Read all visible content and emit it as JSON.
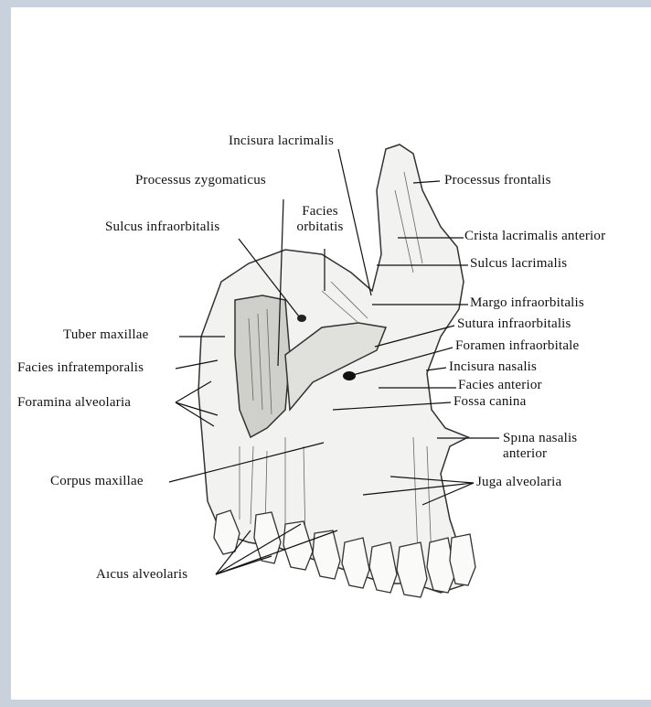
{
  "labels": {
    "incisura_lacrimalis": "Incisura lacrimalis",
    "processus_zygomaticus": "Processus zygomaticus",
    "processus_frontalis": "Processus frontalis",
    "facies_orbitatis_1": "Facies",
    "facies_orbitatis_2": "orbitatis",
    "sulcus_infraorbitalis": "Sulcus infraorbitalis",
    "crista_lacrimalis_anterior": "Crista lacrimalis anterior",
    "sulcus_lacrimalis": "Sulcus lacrimalis",
    "margo_infraorbitalis": "Margo infraorbitalis",
    "tuber_maxillae": "Tuber maxillae",
    "sutura_infraorbitalis": "Sutura infraorbitalis",
    "foramen_infraorbitale": "Foramen infraorbitale",
    "facies_infratemporalis": "Facies infratemporalis",
    "incisura_nasalis": "Incisura nasalis",
    "facies_anterior": "Facies anterior",
    "foramina_alveolaria": "Foramina alveolaria",
    "fossa_canina": "Fossa canina",
    "spina_nasalis_1": "Spına nasalis",
    "spina_nasalis_2": "anterior",
    "corpus_maxillae": "Corpus maxillae",
    "juga_alveolaria": "Juga alveolaria",
    "arcus_alveolaris": "Aıcus alveolaris"
  }
}
